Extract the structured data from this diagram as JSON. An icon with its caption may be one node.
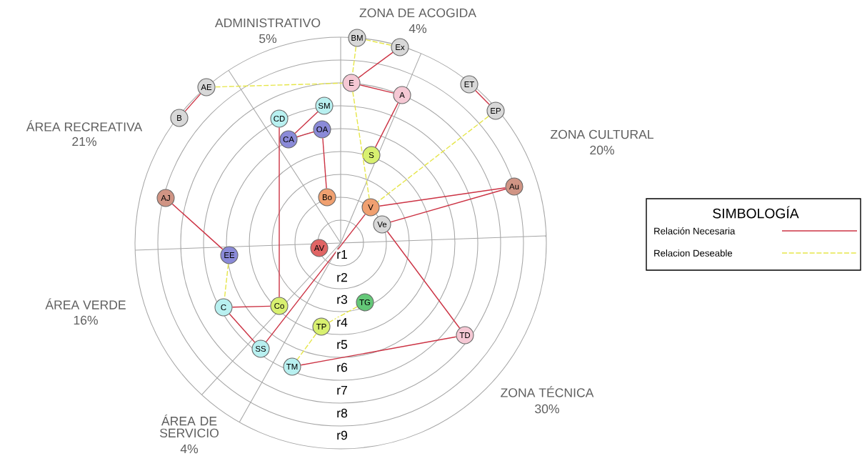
{
  "diagram": {
    "nodes": [
      {
        "text": [
          "BM"
        ]
      },
      {
        "text": [
          "Ex"
        ]
      },
      {
        "text": [
          "E"
        ]
      },
      {
        "text": [
          "A"
        ]
      },
      {
        "text": [
          "AE"
        ]
      },
      {
        "text": [
          "B"
        ]
      },
      {
        "text": [
          "ET"
        ]
      },
      {
        "text": [
          "EP"
        ]
      },
      {
        "text": [
          "SM"
        ]
      },
      {
        "text": [
          "CD"
        ]
      },
      {
        "text": [
          "CA"
        ]
      },
      {
        "text": [
          "OA"
        ]
      },
      {
        "text": [
          "S"
        ]
      },
      {
        "text": [
          "Bo"
        ]
      },
      {
        "text": [
          "AJ"
        ]
      },
      {
        "text": [
          "V"
        ]
      },
      {
        "text": [
          "Au"
        ]
      },
      {
        "text": [
          "Ve"
        ]
      },
      {
        "text": [
          "AV"
        ]
      },
      {
        "text": [
          "EE"
        ]
      },
      {
        "text": [
          "C"
        ]
      },
      {
        "text": [
          "Co"
        ]
      },
      {
        "text": [
          "TG"
        ]
      },
      {
        "text": [
          "TP"
        ]
      },
      {
        "text": [
          "SS"
        ]
      },
      {
        "text": [
          "TM"
        ]
      },
      {
        "text": [
          "TD"
        ]
      }
    ],
    "edges": [
      {
        "from": 1,
        "to": 2,
        "arrow": "none"
      },
      {
        "from": 2,
        "to": 3,
        "arrow": "none"
      },
      {
        "from": 3,
        "to": 12,
        "arrow": "none"
      },
      {
        "from": 6,
        "to": 7,
        "arrow": "none"
      },
      {
        "from": 4,
        "to": 5,
        "arrow": "none"
      },
      {
        "from": 8,
        "to": 10,
        "arrow": "none"
      },
      {
        "from": 10,
        "to": 11,
        "arrow": "none"
      },
      {
        "from": 9,
        "to": 21,
        "arrow": "none"
      },
      {
        "from": 11,
        "to": 13,
        "arrow": "none"
      },
      {
        "from": 14,
        "to": 19,
        "arrow": "none"
      },
      {
        "from": 15,
        "to": 16,
        "arrow": "none"
      },
      {
        "from": 16,
        "to": 17,
        "arrow": "none"
      },
      {
        "from": 15,
        "to": 24,
        "arrow": "none"
      },
      {
        "from": 17,
        "to": 26,
        "arrow": "none"
      },
      {
        "from": 26,
        "to": 25,
        "arrow": "none"
      },
      {
        "from": 20,
        "to": 21,
        "arrow": "none"
      },
      {
        "from": 20,
        "to": 24,
        "arrow": "none"
      },
      {
        "from": 0,
        "to": 1,
        "arrow": "none",
        "style": "dashed",
        "color": "#e6e64a"
      },
      {
        "from": 0,
        "to": 2,
        "arrow": "none",
        "style": "dashed",
        "color": "#e6e64a"
      },
      {
        "from": 2,
        "to": 15,
        "arrow": "none",
        "style": "dashed",
        "color": "#e6e64a"
      },
      {
        "from": 4,
        "to": 2,
        "arrow": "none",
        "style": "dashed",
        "color": "#e6e64a"
      },
      {
        "from": 7,
        "to": 15,
        "arrow": "none",
        "style": "dashed",
        "color": "#e6e64a"
      },
      {
        "from": 19,
        "to": 20,
        "arrow": "none",
        "style": "dashed",
        "color": "#e6e64a"
      },
      {
        "from": 22,
        "to": 23,
        "arrow": "none",
        "style": "dashed",
        "color": "#e6e64a"
      },
      {
        "from": 23,
        "to": 25,
        "arrow": "none",
        "style": "dashed",
        "color": "#e6e64a"
      }
    ],
    "labels": [
      "ZONA DE ACOGIDA",
      "4%",
      "ADMINISTRATIVO",
      "5%",
      "ÁREA RECREATIVA",
      "21%",
      "ZONA CULTURAL",
      "20%",
      "SIMBOLOGÍA",
      "r1",
      "r2",
      "r3",
      "r4",
      "r5",
      "r6",
      "r7",
      "r8",
      "r9",
      "ÁREA VERDE",
      "16%",
      "ÁREA DE SERVICIO",
      "4%",
      "ZONA TÉCNICA",
      "30%"
    ],
    "legend": [
      {
        "text": "Relación Necesaria"
      },
      {
        "text": "Relacion Deseable"
      }
    ]
  }
}
